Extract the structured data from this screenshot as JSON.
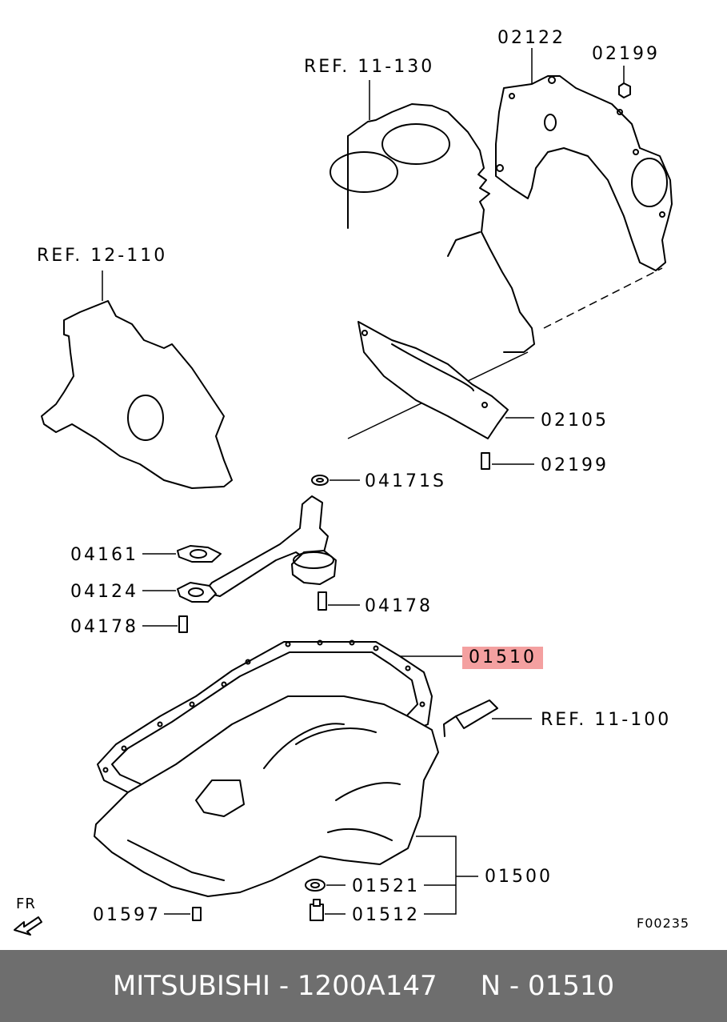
{
  "diagram": {
    "labels": {
      "ref_11_130": "REF. 11-130",
      "p02122": "02122",
      "p02199_top": "02199",
      "ref_12_110": "REF. 12-110",
      "p02105": "02105",
      "p02199_mid": "02199",
      "p04171s": "04171S",
      "p04161": "04161",
      "p04124": "04124",
      "p04178_right": "04178",
      "p04178_left": "04178",
      "p01510": "01510",
      "ref_11_100": "REF. 11-100",
      "p01500": "01500",
      "p01521": "01521",
      "p01512": "01512",
      "p01597": "01597",
      "fr": "FR",
      "figure_code": "F00235"
    },
    "highlight_color": "#f4a0a0",
    "highlighted_part": "01510"
  },
  "footer": {
    "text": "MITSUBISHI - 1200A147     N - 01510",
    "background": "#6e6e6e"
  }
}
